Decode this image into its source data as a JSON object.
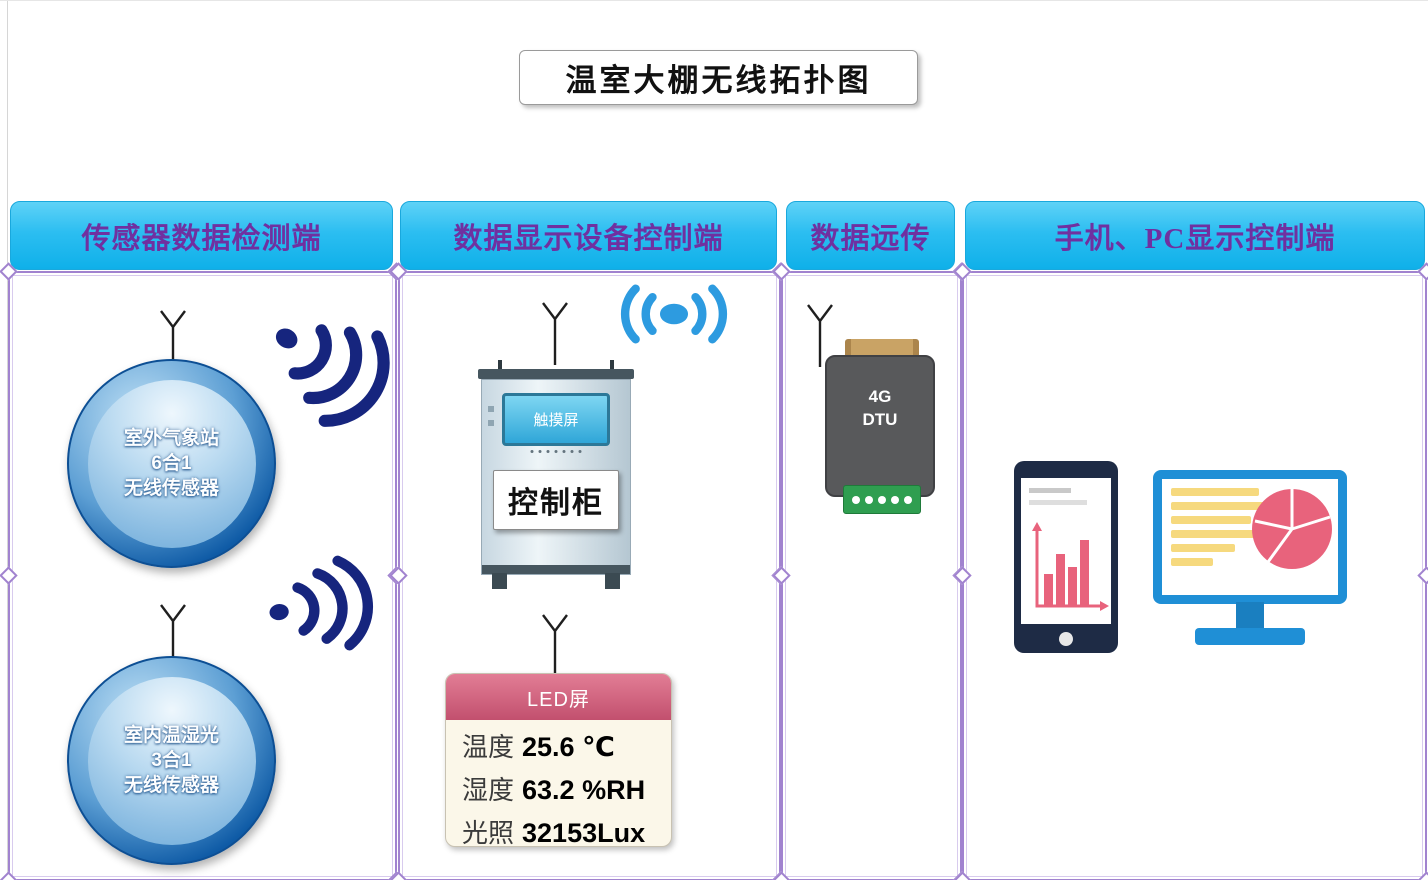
{
  "title": "温室大棚无线拓扑图",
  "columns": {
    "sensor": {
      "header": "传感器数据检测端"
    },
    "display": {
      "header": "数据显示设备控制端"
    },
    "transmit": {
      "header": "数据远传"
    },
    "client": {
      "header": "手机、PC显示控制端"
    }
  },
  "sensors": {
    "outdoor": {
      "line1": "室外气象站",
      "line2": "6合1",
      "line3": "无线传感器"
    },
    "indoor": {
      "line1": "室内温湿光",
      "line2": "3合1",
      "line3": "无线传感器"
    }
  },
  "cabinet": {
    "screen_label": "触摸屏",
    "label": "控制柜"
  },
  "led": {
    "header": "LED屏",
    "rows": [
      {
        "label": "温度",
        "value": "25.6 ℃"
      },
      {
        "label": "湿度",
        "value": "63.2 %RH"
      },
      {
        "label": "光照",
        "value": "32153Lux"
      }
    ]
  },
  "dtu": {
    "line1": "4G",
    "line2": "DTU"
  },
  "icons": {
    "antenna": "antenna-icon",
    "wireless_wave": "wireless-signal-icon",
    "wifi_broadcast": "wifi-broadcast-icon",
    "phone": "smartphone-illustration",
    "monitor": "pc-monitor-illustration",
    "pie": "pie-chart-icon",
    "bar_chart": "bar-chart-icon"
  },
  "colors": {
    "header_bg": "#2cbef1",
    "header_text": "#7030a0",
    "border_purple": "#a183cf",
    "signal_dark": "#16257e",
    "signal_light": "#2d9be0",
    "sphere_blue": "#0f5ba6",
    "led_header": "#c2506e",
    "led_body": "#fbf7e9",
    "dtu_body": "#58595b",
    "dtu_top": "#c9a365",
    "dtu_connector": "#2f9e50",
    "phone_body": "#1e2b45",
    "monitor_blue": "#1f8fd6",
    "chart_pink": "#e8637c",
    "chart_yellow": "#f6d97e"
  }
}
